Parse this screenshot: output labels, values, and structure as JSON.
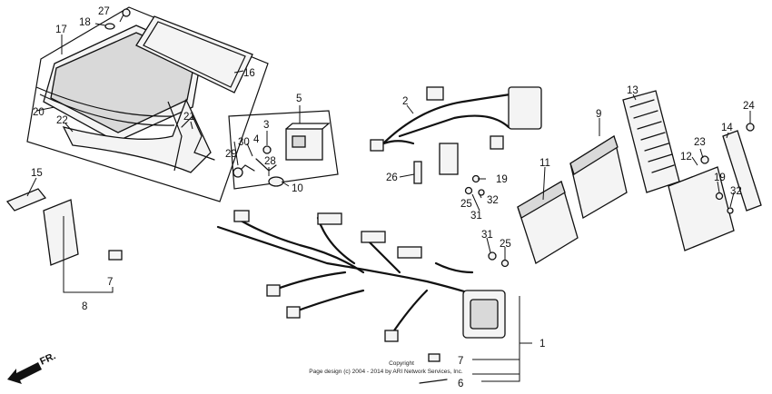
{
  "callouts": {
    "c1": "1",
    "c2": "2",
    "c3": "3",
    "c4": "4",
    "c5": "5",
    "c6": "6",
    "c7a": "7",
    "c7b": "7",
    "c8": "8",
    "c9": "9",
    "c10": "10",
    "c11": "11",
    "c12": "12",
    "c13": "13",
    "c14": "14",
    "c15": "15",
    "c16": "16",
    "c17": "17",
    "c18": "18",
    "c19a": "19",
    "c19b": "19",
    "c20": "20",
    "c21": "21",
    "c22": "22",
    "c23": "23",
    "c24": "24",
    "c25a": "25",
    "c25b": "25",
    "c26": "26",
    "c27": "27",
    "c28": "28",
    "c29": "29",
    "c30": "30",
    "c31a": "31",
    "c31b": "31",
    "c32a": "32",
    "c32b": "32"
  },
  "copyright": {
    "line1": "Copyright",
    "line2": "Page design (c) 2004 - 2014 by ARI Network Services, Inc."
  },
  "direction": {
    "label": "FR."
  }
}
